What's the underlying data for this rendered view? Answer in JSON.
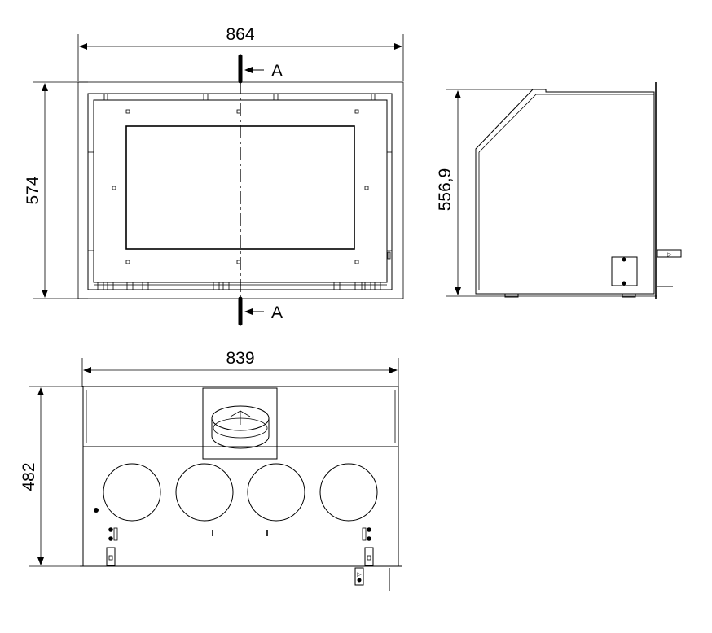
{
  "front_view": {
    "width_label": "864",
    "height_label": "574",
    "section_marker_top": "A",
    "section_marker_bottom": "A"
  },
  "side_view": {
    "height_label": "556,9"
  },
  "bottom_view": {
    "width_label": "839",
    "height_label": "482"
  }
}
